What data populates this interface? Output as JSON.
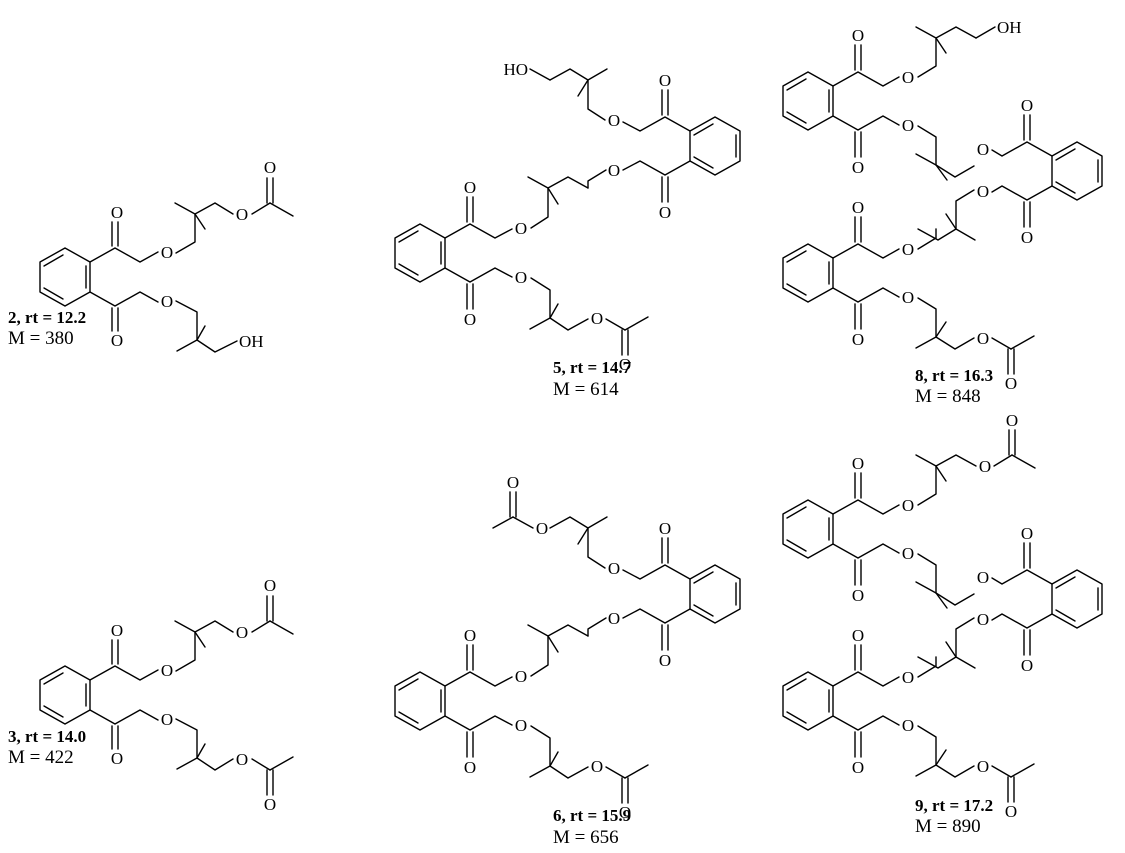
{
  "atom_symbols": {
    "oxygen": "O",
    "hydroxyl": "OH",
    "hydroxyl_left": "HO"
  },
  "compounds": [
    {
      "id": "2",
      "caption": "2, rt = 12.2",
      "rt": 12.2,
      "mass_label": "M = 380",
      "mass": 380,
      "end_a": "hydroxyl",
      "end_b": "acetate",
      "repeat_units": 1
    },
    {
      "id": "3",
      "caption": "3, rt = 14.0",
      "rt": 14.0,
      "mass_label": "M = 422",
      "mass": 422,
      "end_a": "acetate",
      "end_b": "acetate",
      "repeat_units": 1
    },
    {
      "id": "5",
      "caption": "5, rt = 14.7",
      "rt": 14.7,
      "mass_label": "M = 614",
      "mass": 614,
      "end_a": "hydroxyl",
      "end_b": "acetate",
      "repeat_units": 2
    },
    {
      "id": "6",
      "caption": "6, rt = 15.9",
      "rt": 15.9,
      "mass_label": "M = 656",
      "mass": 656,
      "end_a": "acetate",
      "end_b": "acetate",
      "repeat_units": 2
    },
    {
      "id": "8",
      "caption": "8, rt = 16.3",
      "rt": 16.3,
      "mass_label": "M = 848",
      "mass": 848,
      "end_a": "hydroxyl",
      "end_b": "acetate",
      "repeat_units": 3
    },
    {
      "id": "9",
      "caption": "9, rt = 17.2",
      "rt": 17.2,
      "mass_label": "M = 890",
      "mass": 890,
      "end_a": "acetate",
      "end_b": "acetate",
      "repeat_units": 3
    }
  ]
}
